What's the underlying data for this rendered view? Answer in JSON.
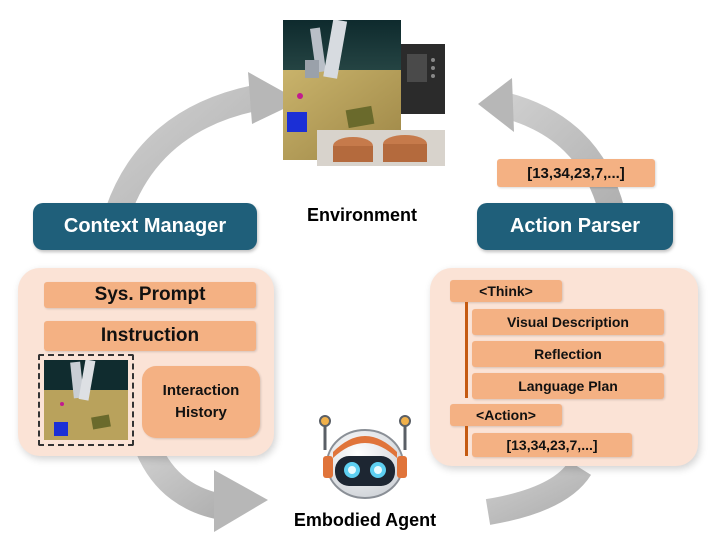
{
  "environment": {
    "label": "Environment"
  },
  "context_manager": {
    "title": "Context Manager",
    "sys_prompt": "Sys. Prompt",
    "instruction": "Instruction",
    "interaction_history": "Interaction History"
  },
  "action_parser": {
    "title": "Action Parser",
    "output": "[13,34,23,7,...]"
  },
  "agent_output": {
    "think_tag": "<Think>",
    "visual_description": "Visual Description",
    "reflection": "Reflection",
    "language_plan": "Language Plan",
    "action_tag": "<Action>",
    "action_values": "[13,34,23,7,...]"
  },
  "agent": {
    "label": "Embodied Agent",
    "icon": "robot-head-icon"
  },
  "colors": {
    "title_box": "#1f5f7a",
    "panel": "#fbe3d6",
    "chip": "#f4b183",
    "accent_line": "#c55a11",
    "cycle_arrow": "#c8c8c8"
  }
}
